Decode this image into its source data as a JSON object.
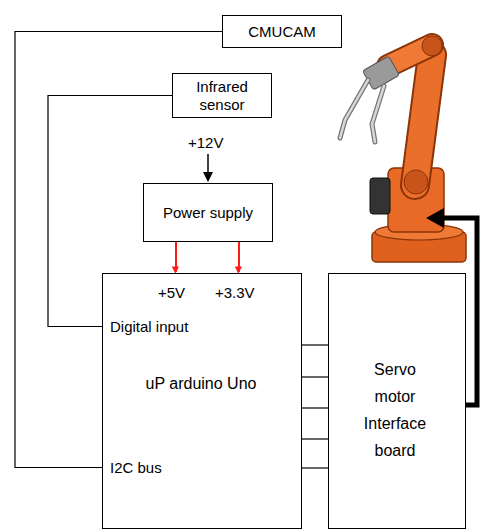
{
  "diagram": {
    "nodes": [
      {
        "text": [
          "CMUCAM"
        ]
      },
      {
        "text": [
          "Infrared sensor"
        ]
      },
      {
        "text": [
          "Power supply"
        ]
      },
      {
        "text": [
          "+5V",
          "+3.3V",
          "Digital input",
          "uP arduino Uno",
          "I2C bus"
        ]
      },
      {
        "text": [
          "Servo motor Interface board"
        ]
      }
    ],
    "edges": [
      {
        "from": 0,
        "to": 3,
        "arrow": "none"
      },
      {
        "from": 1,
        "to": 3,
        "arrow": "none"
      },
      {
        "from": 2,
        "to": 3,
        "arrow": "to"
      },
      {
        "from": 2,
        "to": 3,
        "arrow": "to"
      },
      {
        "from": 3,
        "to": 4,
        "arrow": "none"
      },
      {
        "from": 3,
        "to": 4,
        "arrow": "none"
      },
      {
        "from": 3,
        "to": 4,
        "arrow": "none"
      },
      {
        "from": 3,
        "to": 4,
        "arrow": "none"
      },
      {
        "from": 3,
        "to": 4,
        "arrow": "none"
      }
    ],
    "labels": [
      "+12V"
    ]
  }
}
